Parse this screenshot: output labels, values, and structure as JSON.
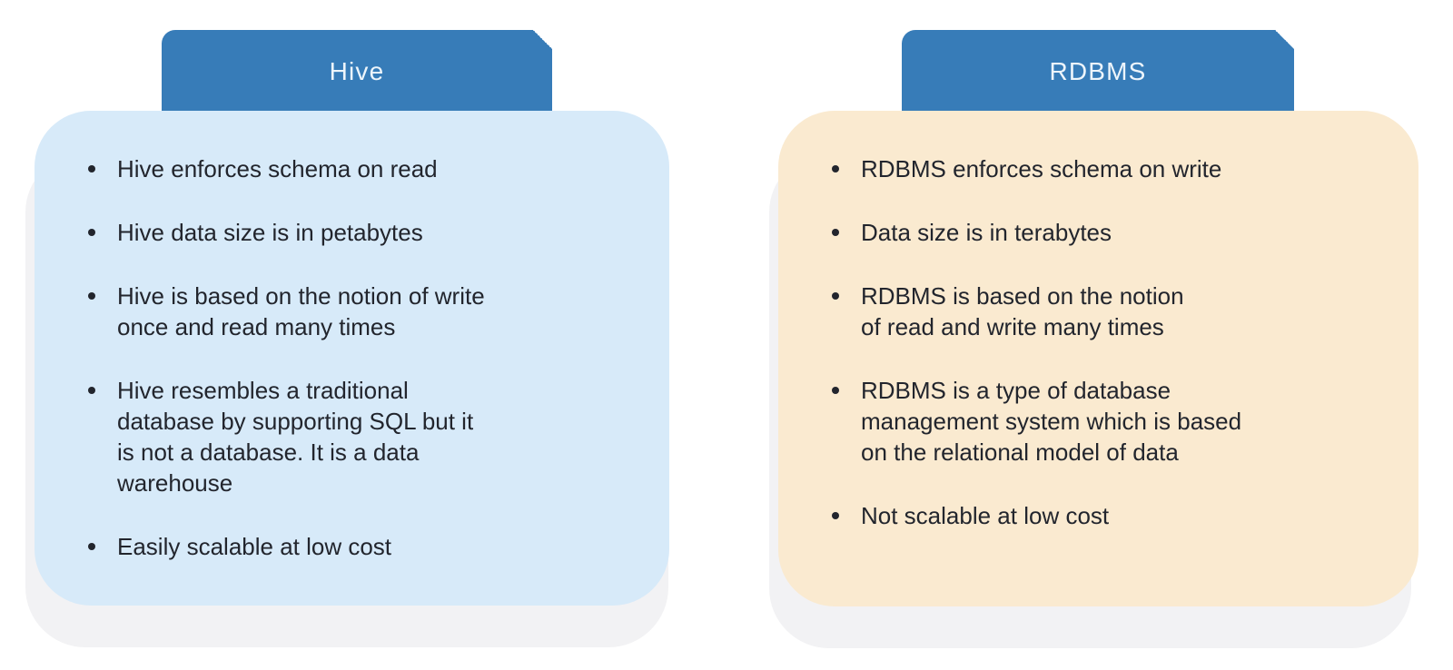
{
  "colors": {
    "page_bg": "#FFFFFF",
    "header_bg": "#377CB8",
    "header_text": "#EDF5FB",
    "hive_card_bg": "#D7EAF9",
    "rdbms_card_bg": "#FAEAD0",
    "card_shadow": "#F2F2F4",
    "body_text": "#22252D"
  },
  "cards": [
    {
      "id": "hive",
      "title": "Hive",
      "items": [
        {
          "text": "Hive enforces schema on read"
        },
        {
          "text": "Hive data size is in petabytes"
        },
        {
          "text": "Hive is based on the notion of write\nonce and read many times"
        },
        {
          "text": "Hive resembles a traditional\ndatabase by supporting SQL but it\nis not a database. It is a data\nwarehouse"
        },
        {
          "text": "Easily scalable at low cost"
        }
      ]
    },
    {
      "id": "rdbms",
      "title": "RDBMS",
      "items": [
        {
          "text": "RDBMS enforces schema on write"
        },
        {
          "text": "Data size is in terabytes"
        },
        {
          "text": "RDBMS is based on the notion\nof read and write many times"
        },
        {
          "text": "RDBMS is a type of database\nmanagement system which is based\non the relational model of data"
        },
        {
          "text": "Not scalable at low cost"
        }
      ]
    }
  ]
}
